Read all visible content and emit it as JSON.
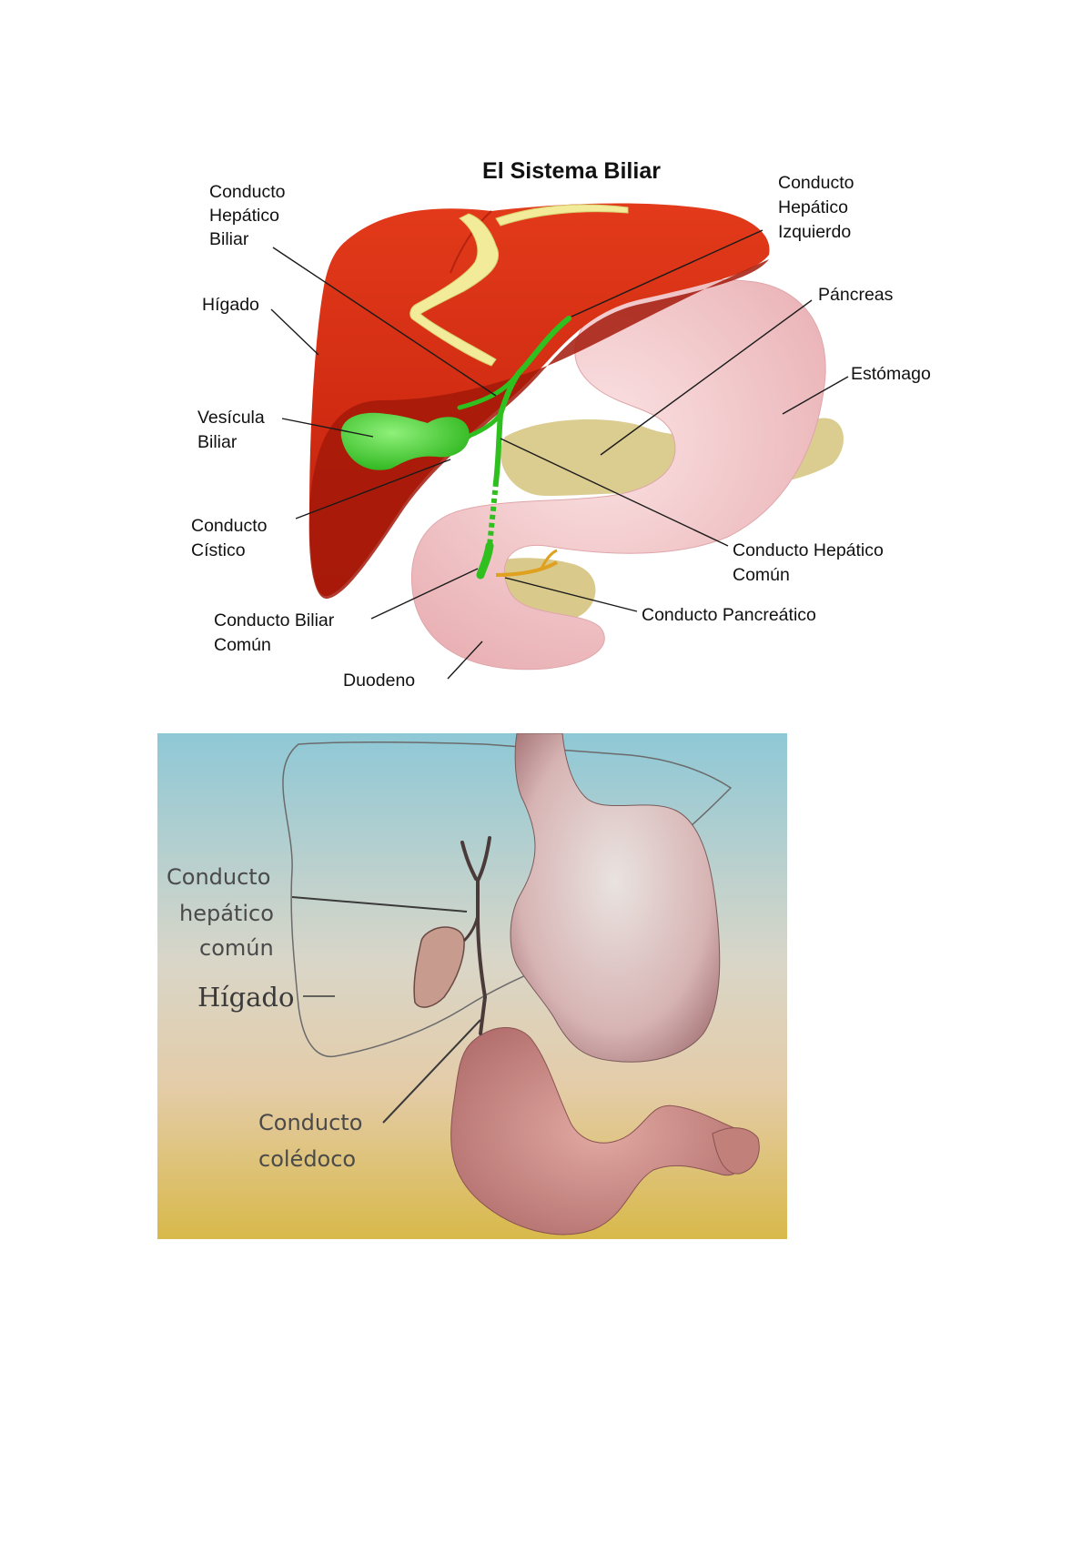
{
  "figure1": {
    "title": "El Sistema Biliar",
    "labels": {
      "hepatico_biliar": [
        "Conducto",
        "Hepático",
        "Biliar"
      ],
      "hepatico_izquierdo": [
        "Conducto",
        "Hepático",
        "Izquierdo"
      ],
      "higado": [
        "Hígado"
      ],
      "pancreas": [
        "Páncreas"
      ],
      "estomago": [
        "Estómago"
      ],
      "vesicula": [
        "Vesícula",
        "Biliar"
      ],
      "cistico": [
        "Conducto",
        "Cístico"
      ],
      "hepatico_comun": [
        "Conducto Hepático",
        "Común"
      ],
      "pancreatico": [
        "Conducto Pancreático"
      ],
      "biliar_comun": [
        "Conducto Biliar",
        "Común"
      ],
      "duodeno": [
        "Duodeno"
      ]
    },
    "colors": {
      "liver": "#d42a12",
      "liver_dark": "#9c1608",
      "gallbladder": "#3fd12a",
      "stomach": "#f2c4c6",
      "pancreas": "#d9c98a",
      "ligament": "#f2ec9a"
    }
  },
  "figure2": {
    "labels": {
      "hepatico_comun": [
        "Conducto",
        "hepático",
        "común"
      ],
      "higado": [
        "Hígado"
      ],
      "coledoco": [
        "Conducto",
        "colédoco"
      ]
    },
    "colors": {
      "bg_top": "#8ec8d6",
      "bg_mid": "#e4d2b8",
      "bg_bottom": "#d8b94a",
      "organ": "#c98f8f"
    }
  }
}
